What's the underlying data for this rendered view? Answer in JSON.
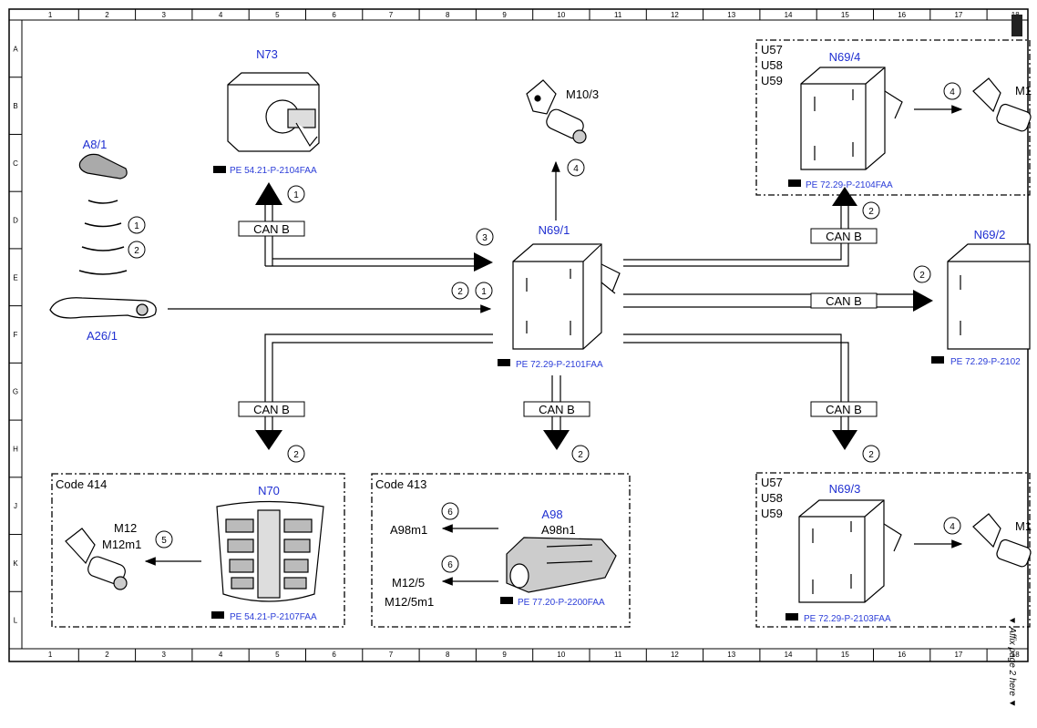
{
  "frame": {
    "columns": [
      "1",
      "2",
      "3",
      "4",
      "5",
      "6",
      "7",
      "8",
      "9",
      "10",
      "11",
      "12",
      "13",
      "14",
      "15",
      "16",
      "17",
      "18"
    ],
    "rows": [
      "A",
      "B",
      "C",
      "D",
      "E",
      "F",
      "G",
      "H",
      "J",
      "K",
      "L"
    ],
    "side_note": "▼ Affix page 2 here ▼"
  },
  "components": {
    "n73": {
      "name": "N73",
      "ref": "PE 54.21-P-2104FAA"
    },
    "a8_1": {
      "name": "A8/1"
    },
    "a26_1": {
      "name": "A26/1"
    },
    "m10_3": {
      "name": "M10/3"
    },
    "n69_1": {
      "name": "N69/1",
      "ref": "PE 72.29-P-2101FAA"
    },
    "n69_4": {
      "name": "N69/4",
      "ref": "PE 72.29-P-2104FAA",
      "variants": [
        "U57",
        "U58",
        "U59"
      ],
      "motor": "M1"
    },
    "n69_2": {
      "name": "N69/2",
      "ref": "PE 72.29-P-2102"
    },
    "n69_3": {
      "name": "N69/3",
      "ref": "PE 72.29-P-2103FAA",
      "variants": [
        "U57",
        "U58",
        "U59"
      ],
      "motor": "M1"
    },
    "n70": {
      "name": "N70",
      "ref": "PE 54.21-P-2107FAA",
      "code": "Code 414",
      "motor_a": "M12",
      "motor_b": "M12m1"
    },
    "a98": {
      "name": "A98",
      "sub": "A98n1",
      "ref": "PE 77.20-P-2200FAA",
      "code": "Code 413",
      "out1": "A98m1",
      "out2a": "M12/5",
      "out2b": "M12/5m1"
    }
  },
  "bus_label": "CAN B",
  "markers": {
    "m1": "1",
    "m2": "2",
    "m3": "3",
    "m4": "4",
    "m5": "5",
    "m6": "6"
  },
  "colors": {
    "label_blue": "#1f2fd1",
    "ref_blue": "#2b3dd8"
  }
}
